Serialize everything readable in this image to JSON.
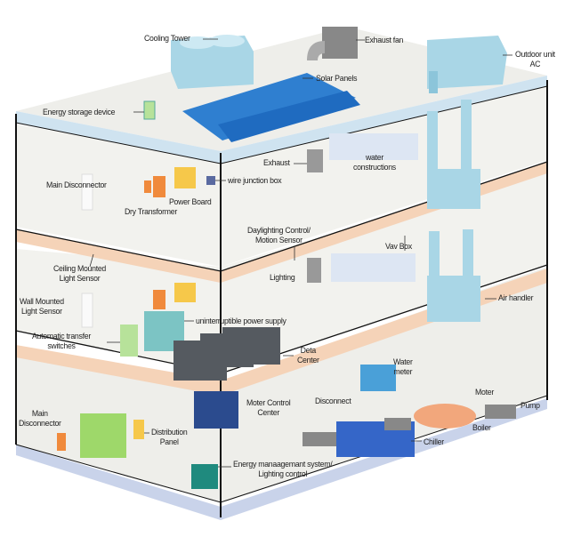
{
  "labels": {
    "cooling_tower": "Cooling Tower",
    "exhaust_fan": "Exhaust fan",
    "outdoor_unit": [
      "Outdoor unit",
      "AC"
    ],
    "solar_panels": "Solar Panels",
    "energy_storage": "Energy storage device",
    "exhaust": "Exhaust",
    "water_constructions": [
      "water",
      "constructions"
    ],
    "main_disconnector_top": "Main Disconnector",
    "wire_junction_box": "wire junction box",
    "power_board": "Power Board",
    "dry_transformer": "Dry Transformer",
    "daylighting_control": [
      "Daylighting Control/",
      "Motion Sensor"
    ],
    "vav_box": "Vav Box",
    "lighting": "Lighting",
    "ceiling_sensor": [
      "Ceiling Mounted",
      "Light Sensor"
    ],
    "air_handler": "Air handler",
    "wall_sensor": [
      "Wall Mounted",
      "Light Sensor"
    ],
    "ups": "uninterruptible power supply",
    "transfer_switches": [
      "Automatic transfer",
      "switches"
    ],
    "data_center": [
      "Deta",
      "Center"
    ],
    "water_meter": [
      "Water",
      "meter"
    ],
    "motor_control_center": [
      "Moter Control",
      "Center"
    ],
    "disconnect": "Disconnect",
    "motor": "Moter",
    "pump": "Pump",
    "main_disconnector_bottom": [
      "Main",
      "Disconnector"
    ],
    "distribution_panel": [
      "Distribution",
      "Panel"
    ],
    "boiler": "Boiler",
    "chiller": "Chiller",
    "energy_management": [
      "Energy manaagemant system/",
      "Lighting control"
    ]
  },
  "colors": {
    "floor": "#eeeeea",
    "roof_band": "#cfe3f0",
    "floor_band": "#f5d3b8",
    "ground_band": "#c9d3ea",
    "hvac": "#a9d6e6",
    "solar": "#2f7fd0",
    "electrical_orange": "#f08a3c",
    "electrical_yellow": "#f6c84a",
    "green_panel": "#9ed86a",
    "chiller": "#3566c8",
    "boiler": "#f2a77c",
    "server": "#555a60",
    "ems": "#1f8a7e"
  }
}
